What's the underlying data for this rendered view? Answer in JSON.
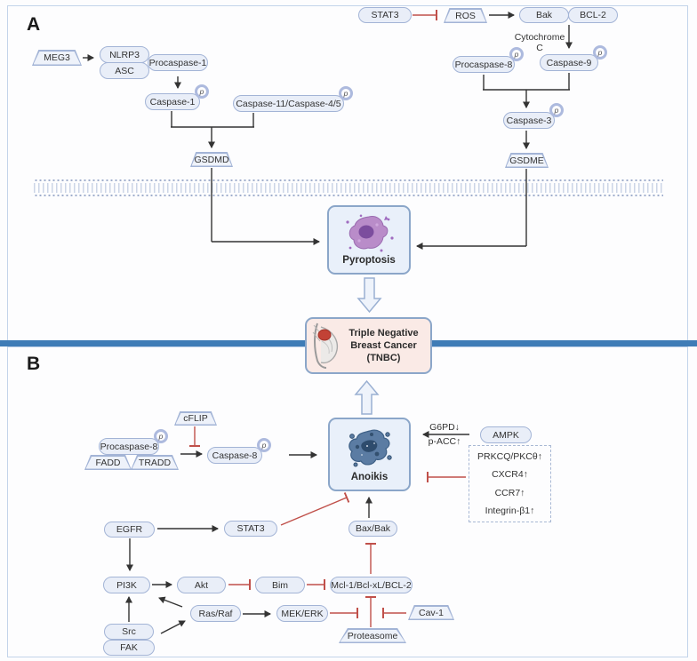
{
  "panel_a": {
    "label": "A",
    "nodes": {
      "meg3": "MEG3",
      "nlrp3": "NLRP3",
      "asc": "ASC",
      "procaspase1": "Procaspase-1",
      "caspase1": "Caspase-1",
      "caspase11": "Caspase-11/Caspase-4/5",
      "gsdmd": "GSDMD",
      "stat3": "STAT3",
      "ros": "ROS",
      "bak": "Bak",
      "bcl2": "BCL-2",
      "cytochrome_c": "Cytochrome C",
      "procaspase8": "Procaspase-8",
      "caspase9": "Caspase-9",
      "caspase3": "Caspase-3",
      "gsdme": "GSDME"
    },
    "pyroptosis_label": "Pyroptosis"
  },
  "tnbc": {
    "line1": "Triple Negative",
    "line2": "Breast Cancer",
    "line3": "(TNBC)"
  },
  "panel_b": {
    "label": "B",
    "nodes": {
      "cflip": "cFLIP",
      "procaspase8": "Procaspase-8",
      "fadd": "FADD",
      "tradd": "TRADD",
      "caspase8": "Caspase-8",
      "ampk": "AMPK",
      "egfr": "EGFR",
      "stat3": "STAT3",
      "pi3k": "PI3K",
      "akt": "Akt",
      "bim": "Bim",
      "mcl1": "Mcl-1/Bcl-xL/BCL-2",
      "baxbak": "Bax/Bak",
      "rasraf": "Ras/Raf",
      "mekerk": "MEK/ERK",
      "cav1": "Cav-1",
      "proteasome": "Proteasome",
      "src": "Src",
      "fak": "FAK"
    },
    "anoikis_label": "Anoikis",
    "ampk_effects": {
      "g6pd": "G6PD↓",
      "pacc": "p-ACC↑"
    },
    "upregulated": [
      "PRKCQ/PKCθ↑",
      "CXCR4↑",
      "CCR7↑",
      "Integrin-β1↑"
    ]
  },
  "phospho_badge": "p",
  "colors": {
    "inhibit_red": "#c0504a",
    "activate_black": "#333333",
    "node_fill": "#e9eef8",
    "node_border": "#a3b4d6",
    "divider_blue": "#3f7cb6",
    "tnbc_fill": "#faeae6",
    "cell_box_fill": "#e9f0fa",
    "box_border": "#8ba6c9"
  }
}
